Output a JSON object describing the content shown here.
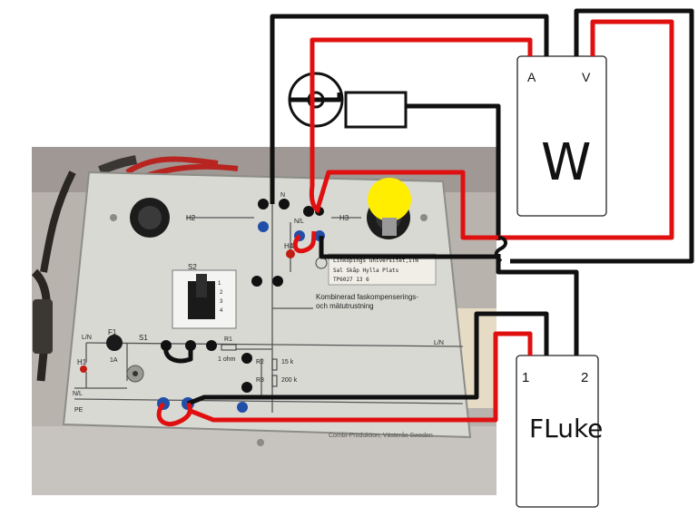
{
  "panel": {
    "labels": {
      "h2": "H2",
      "h3": "H3",
      "h4": "H4",
      "h1": "H1",
      "s2": "S2",
      "s1": "S1",
      "f1": "F1",
      "f1_rating": "1A",
      "r1": "R1",
      "r1_value": "1 ohm",
      "r2": "R2",
      "r2_value": "15 k",
      "r3": "R3",
      "r3_value": "200 k",
      "ln_left": "L/N",
      "ln_right": "L/N",
      "nl_top": "N/L",
      "nl_left": "N/L",
      "pe": "PE",
      "n_top": "N",
      "switch_1": "1",
      "switch_2": "2",
      "switch_3": "3",
      "switch_4": "4"
    },
    "info_plate": {
      "line1": "Linköpings universitet,ITN",
      "line2": "Sal    Skåp  Hylla  Plats",
      "line3": "TP6027    13       6"
    },
    "title_line1": "Kombinerad faskompenserings-",
    "title_line2": "och mätutrustning",
    "maker": "Combi-Produktion, Västerås Sweden"
  },
  "wattmeter": {
    "name": "W",
    "terminal_a": "A",
    "terminal_v": "V"
  },
  "fluke": {
    "name": "FLuke",
    "terminal_1": "1",
    "terminal_2": "2"
  },
  "colors": {
    "wire_red": "#e01010",
    "wire_black": "#101010",
    "lamp": "#ffee00",
    "panel": "#d9d9d4"
  }
}
